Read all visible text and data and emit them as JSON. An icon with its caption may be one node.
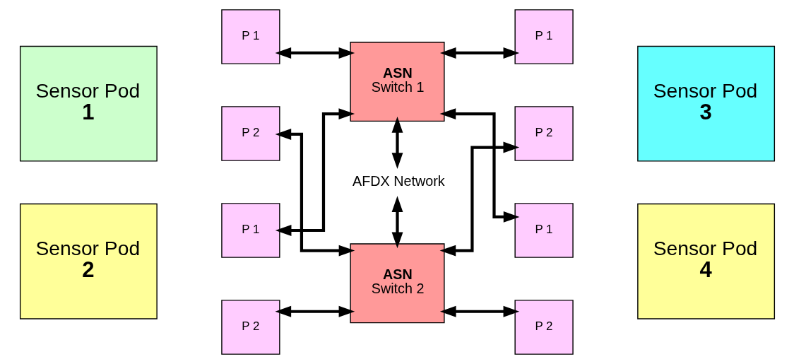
{
  "diagram": {
    "nodes": [
      {
        "text": [
          "Sensor Pod",
          "1"
        ]
      },
      {
        "text": [
          "P 1"
        ]
      },
      {
        "text": [
          "P 2"
        ]
      },
      {
        "text": [
          "ASN",
          "Switch 1"
        ]
      },
      {
        "text": [
          "P 1"
        ]
      },
      {
        "text": [
          "P 2"
        ]
      },
      {
        "text": [
          "Sensor Pod",
          "3"
        ]
      },
      {
        "text": [
          "AFDX Network"
        ]
      },
      {
        "text": [
          "Sensor Pod",
          "2"
        ]
      },
      {
        "text": [
          "P 1"
        ]
      },
      {
        "text": [
          "P 2"
        ]
      },
      {
        "text": [
          "ASN",
          "Switch 2"
        ]
      },
      {
        "text": [
          "P 1"
        ]
      },
      {
        "text": [
          "P 2"
        ]
      },
      {
        "text": [
          "Sensor Pod",
          "4"
        ]
      }
    ],
    "edges": [
      {
        "from": 1,
        "to": 3,
        "arrow": "both"
      },
      {
        "from": 2,
        "to": 11,
        "arrow": "both"
      },
      {
        "from": 9,
        "to": 3,
        "arrow": "both"
      },
      {
        "from": 10,
        "to": 11,
        "arrow": "both"
      },
      {
        "from": 3,
        "to": 4,
        "arrow": "both"
      },
      {
        "from": 11,
        "to": 5,
        "arrow": "both"
      },
      {
        "from": 3,
        "to": 12,
        "arrow": "both"
      },
      {
        "from": 11,
        "to": 13,
        "arrow": "both"
      },
      {
        "from": 3,
        "to": 7,
        "arrow": "both"
      },
      {
        "from": 7,
        "to": 11,
        "arrow": "both"
      }
    ]
  }
}
